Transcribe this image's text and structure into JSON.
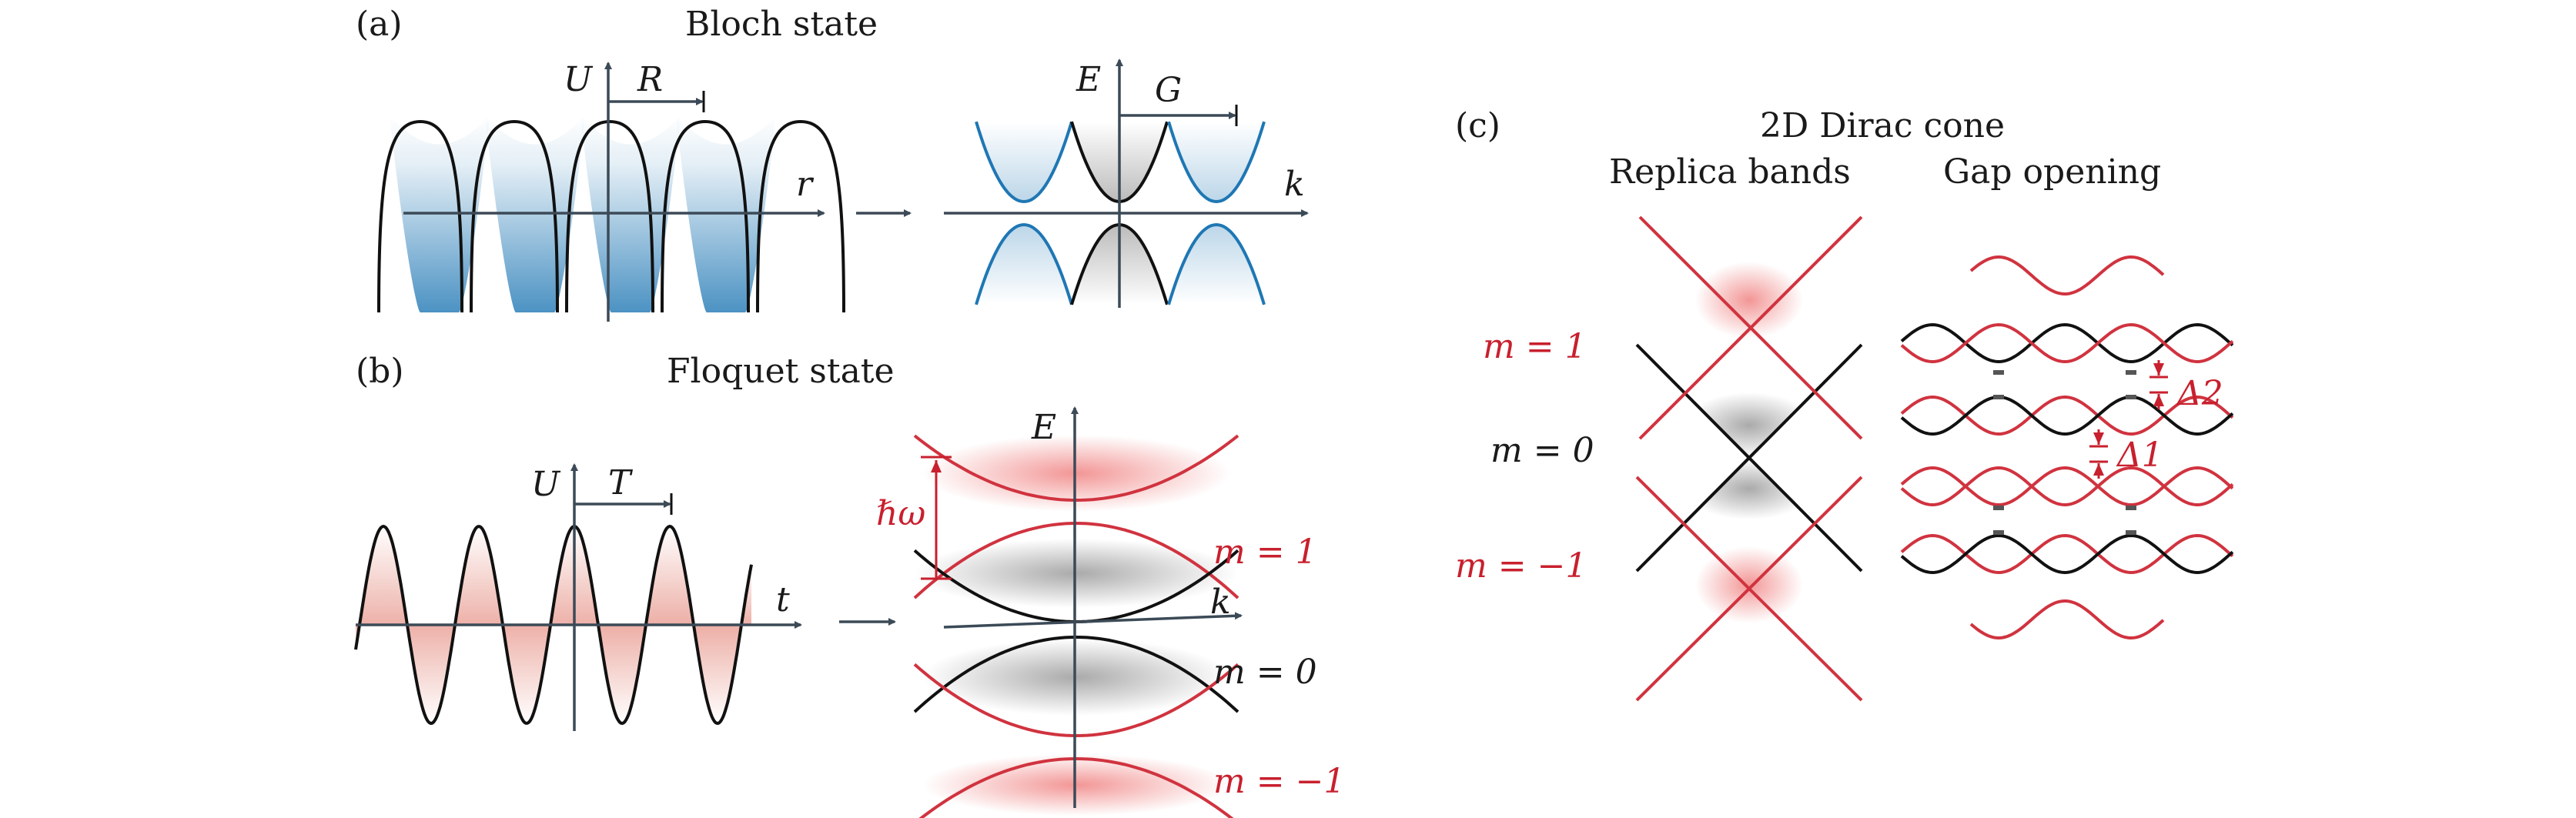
{
  "panel_a": {
    "label": "(a)",
    "title": "Bloch state",
    "axis_u": "U",
    "axis_r": "r",
    "period_label": "R",
    "axis_e": "E",
    "axis_k": "k",
    "reciprocal_label": "G"
  },
  "panel_b": {
    "label": "(b)",
    "title": "Floquet state",
    "axis_u": "U",
    "axis_t": "t",
    "period_label": "T",
    "axis_e": "E",
    "axis_k": "k",
    "energy_gap_label": "ℏω",
    "band_labels": [
      "m = 1",
      "m = 0",
      "m = −1"
    ]
  },
  "panel_c": {
    "label": "(c)",
    "title": "2D Dirac cone",
    "left_subtitle": "Replica bands",
    "right_subtitle": "Gap opening",
    "band_labels": [
      "m = 1",
      "m = 0",
      "m = −1"
    ],
    "gap_labels": [
      "Δ2",
      "Δ1"
    ]
  },
  "colors": {
    "axis": "#3c4a57",
    "bloch_blue": "#1f77b4",
    "floquet_red": "#d0333f",
    "black": "#111111"
  }
}
